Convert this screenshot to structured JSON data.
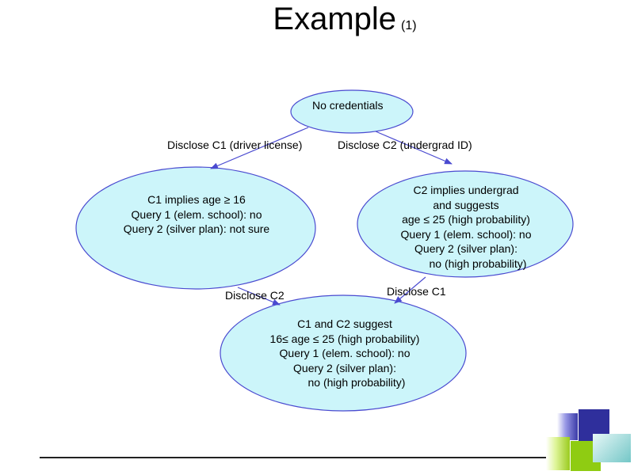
{
  "title": {
    "main": "Example",
    "sub": "(1)"
  },
  "nodes": {
    "root": {
      "lines": [
        "No credentials"
      ]
    },
    "left": {
      "lines": [
        "C1 implies age ≥ 16",
        "Query 1 (elem. school): no",
        "Query 2 (silver plan): not sure"
      ]
    },
    "right": {
      "lines": [
        "C2 implies undergrad",
        "and suggests",
        "age ≤ 25 (high probability)",
        "Query 1 (elem. school): no",
        "Query 2 (silver plan):",
        "no (high probability)"
      ]
    },
    "bottom": {
      "lines": [
        "C1 and C2 suggest",
        "16≤ age ≤ 25 (high probability)",
        "Query 1 (elem. school): no",
        "Query 2 (silver plan):",
        "no (high probability)"
      ]
    }
  },
  "edges": {
    "root_left": "Disclose C1 (driver license)",
    "root_right": "Disclose C2 (undergrad ID)",
    "left_bottom": "Disclose C2",
    "right_bottom": "Disclose C1"
  },
  "colors": {
    "node_fill": "#ccf5fa",
    "node_stroke": "#4a4ad0",
    "edge": "#4a4ad0"
  }
}
